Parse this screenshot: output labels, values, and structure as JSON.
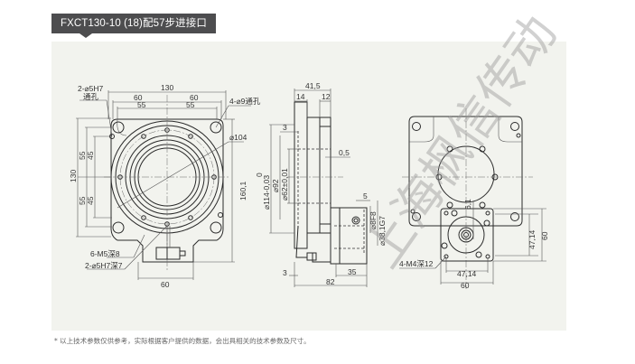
{
  "header": {
    "title": "FXCT130-10 (18)配57步进接口"
  },
  "front_view": {
    "labels": {
      "hole_2_5h7": "2-⌀5H7",
      "through_hole": "通孔",
      "holes_4_9": "4-⌀9通孔",
      "dia_104": "⌀104",
      "m5": "6-M5深8",
      "h7_depth": "2-⌀5H7深7"
    },
    "dims": {
      "width_130": "130",
      "w60_left": "60",
      "w60_right": "60",
      "w55_left": "55",
      "w55_right": "55",
      "h130": "130",
      "h55_top": "55",
      "h55_bottom": "55",
      "h45_top": "45",
      "h45_bottom": "45",
      "h160": "160,1",
      "bottom_60": "60"
    }
  },
  "side_view": {
    "dims": {
      "d41_5": "41,5",
      "d14": "14",
      "d12": "12",
      "d3_top": "3",
      "d0_5": "0,5",
      "d0": "0",
      "dia114": "⌀114-0,03",
      "dia92": "⌀92",
      "dia62": "⌀62±0,01",
      "d5": "5",
      "dia8": "⌀8F8",
      "dia38": "⌀38,1G7",
      "d3_bottom": "3",
      "d35": "35",
      "d82": "82"
    }
  },
  "end_view": {
    "labels": {
      "m4": "4-M4深12"
    },
    "dims": {
      "d6_1": "6,1",
      "h47_14": "47,14",
      "h60": "60",
      "w47_14": "47,14",
      "w60": "60"
    }
  },
  "watermark": "上海枫信传动",
  "footnote": "* 以上技术参数仅供参考，实际根据客户提供的数据，会出具相关的技术参数及尺寸。"
}
